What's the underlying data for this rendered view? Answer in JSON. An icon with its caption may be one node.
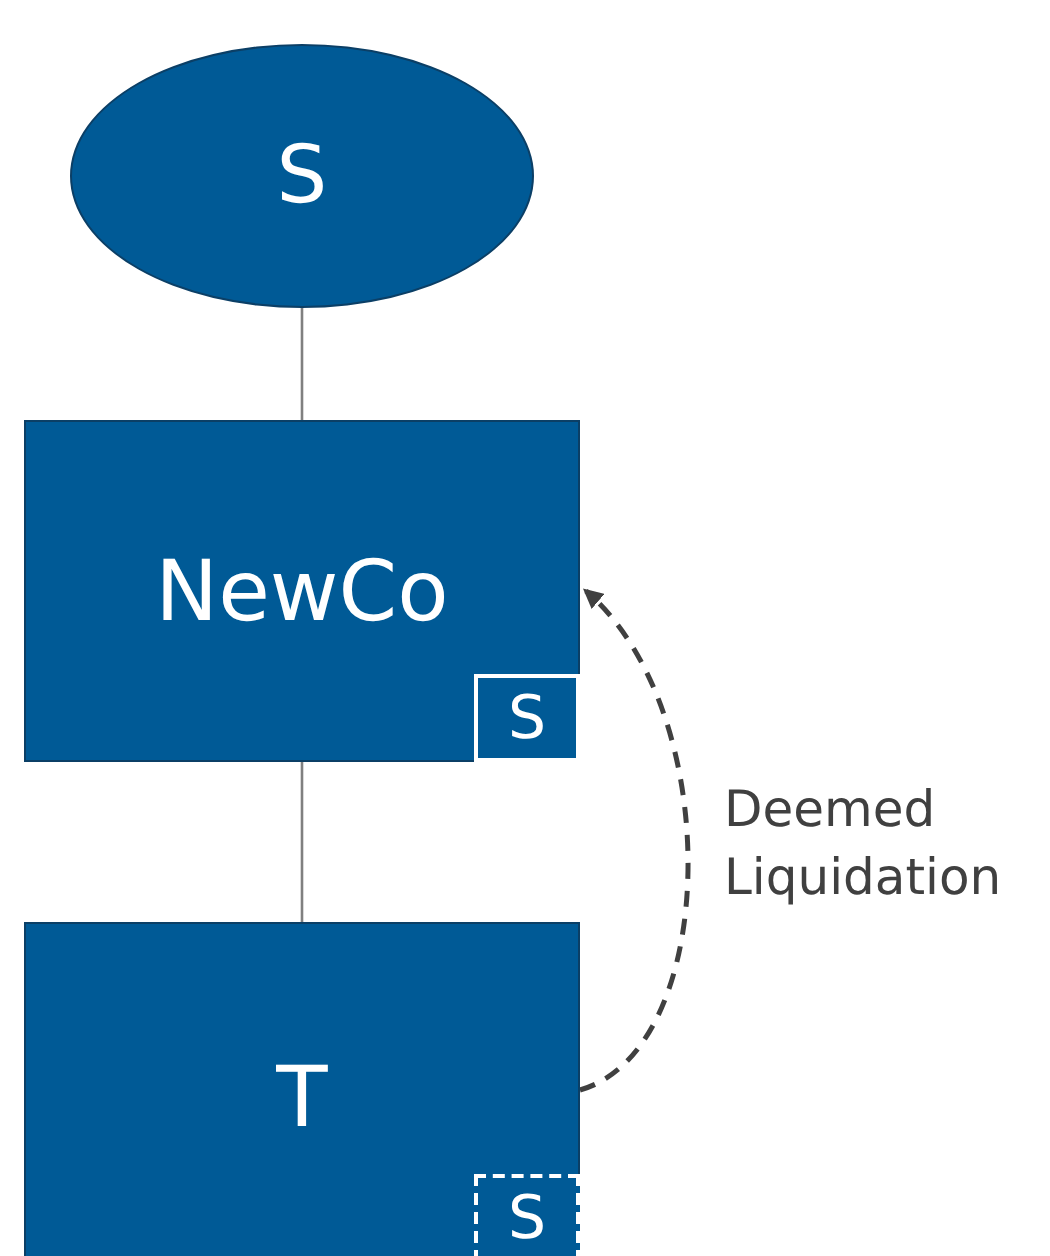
{
  "diagram": {
    "nodes": [
      {
        "text": [
          "S"
        ]
      },
      {
        "text": [
          "NewCo"
        ]
      },
      {
        "text": [
          "S"
        ],
        "in": 1
      },
      {
        "text": [
          "T"
        ]
      },
      {
        "text": [
          "S"
        ],
        "in": 3
      }
    ],
    "edges": [
      {
        "from": 0,
        "to": 1,
        "arrow": "none"
      },
      {
        "from": 1,
        "to": 3,
        "arrow": "none"
      },
      {
        "from": 3,
        "to": 1,
        "arrow": "to",
        "style": "dashed",
        "color": "#404040",
        "label": "Deemed Liquidation"
      }
    ]
  }
}
